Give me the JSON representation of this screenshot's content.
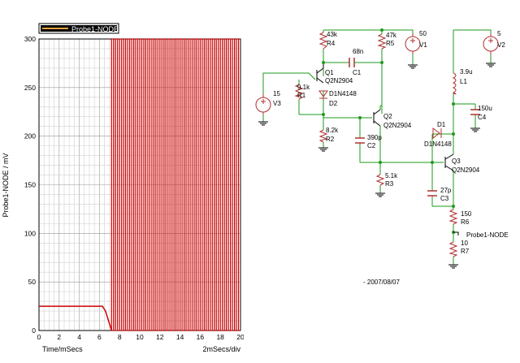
{
  "legend": {
    "label": "Probe1-NODE",
    "color": "#cc0000"
  },
  "axes": {
    "ylabel": "Probe1-NODE / mV",
    "xlabel": "Time/mSecs",
    "xscale": "2mSecs/div",
    "yticks": [
      "0",
      "50",
      "100",
      "150",
      "200",
      "250",
      "300"
    ],
    "xticks": [
      "0",
      "2",
      "4",
      "6",
      "8",
      "10",
      "12",
      "14",
      "16",
      "18",
      "20"
    ]
  },
  "chart_data": {
    "type": "line",
    "title": "",
    "xlabel": "Time/mSecs",
    "ylabel": "Probe1-NODE / mV",
    "xlim": [
      0,
      20
    ],
    "ylim": [
      0,
      300
    ],
    "grid": true,
    "legend_position": "top-left",
    "series": [
      {
        "name": "Probe1-NODE",
        "color": "#cc0000",
        "initial": {
          "x": [
            0,
            6.3,
            6.6,
            6.9,
            7.2
          ],
          "y": [
            25,
            25,
            20,
            10,
            0
          ]
        },
        "oscillation": {
          "start": 7.2,
          "end": 20,
          "period": 0.4,
          "low": 0,
          "high": 300
        }
      }
    ]
  },
  "schematic": {
    "v1": {
      "name": "V1",
      "value": "50"
    },
    "v2": {
      "name": "V2",
      "value": "5"
    },
    "v3": {
      "name": "V3",
      "value": "15"
    },
    "r1": {
      "name": "R1",
      "value": "9.1k"
    },
    "r2": {
      "name": "R2",
      "value": "8.2k"
    },
    "r3": {
      "name": "R3",
      "value": "5.1k"
    },
    "r4": {
      "name": "R4",
      "value": "43k"
    },
    "r5": {
      "name": "R5",
      "value": "47k"
    },
    "r6": {
      "name": "R6",
      "value": "150"
    },
    "r7": {
      "name": "R7",
      "value": "10"
    },
    "c1": {
      "name": "C1",
      "value": "68n"
    },
    "c2": {
      "name": "C2",
      "value": "390p"
    },
    "c3": {
      "name": "C3",
      "value": "27p"
    },
    "c4": {
      "name": "C4",
      "value": "150u"
    },
    "l1": {
      "name": "L1",
      "value": "3.9u"
    },
    "q1": {
      "name": "Q1",
      "model": "Q2N2904"
    },
    "q2": {
      "name": "Q2",
      "model": "Q2N2904"
    },
    "q3": {
      "name": "Q3",
      "model": "Q2N2904"
    },
    "d1": {
      "name": "D1",
      "model": "D1N4148"
    },
    "d2": {
      "name": "D2",
      "model": "D1N4148"
    },
    "probe": "Probe1-NODE",
    "date": "- 2007/08/07"
  }
}
